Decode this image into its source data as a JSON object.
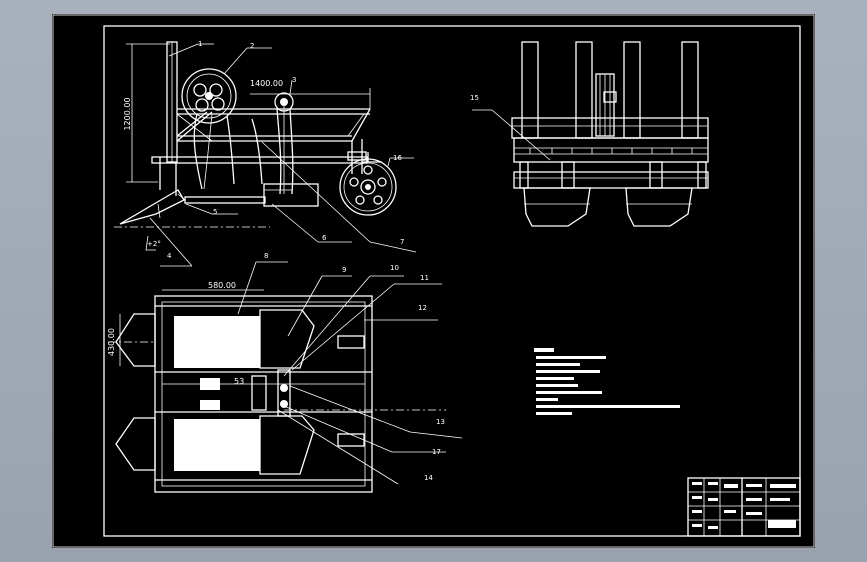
{
  "colors": {
    "background": "#9ea6b2",
    "sheet": "#000000",
    "lines": "#ffffff"
  },
  "dimensions": {
    "height": "1200.00",
    "length": "1400.00",
    "width_top": "580.00",
    "width_side": "430.00",
    "small": "53"
  },
  "callouts": {
    "c1": "1",
    "c2": "2",
    "c3": "3",
    "c4": "4",
    "c5": "5",
    "c6": "6",
    "c7": "7",
    "c8": "8",
    "c9": "9",
    "c10": "10",
    "c11": "11",
    "c12": "12",
    "c13": "13",
    "c14": "14",
    "c15": "15",
    "c16": "16",
    "c17": "17"
  }
}
